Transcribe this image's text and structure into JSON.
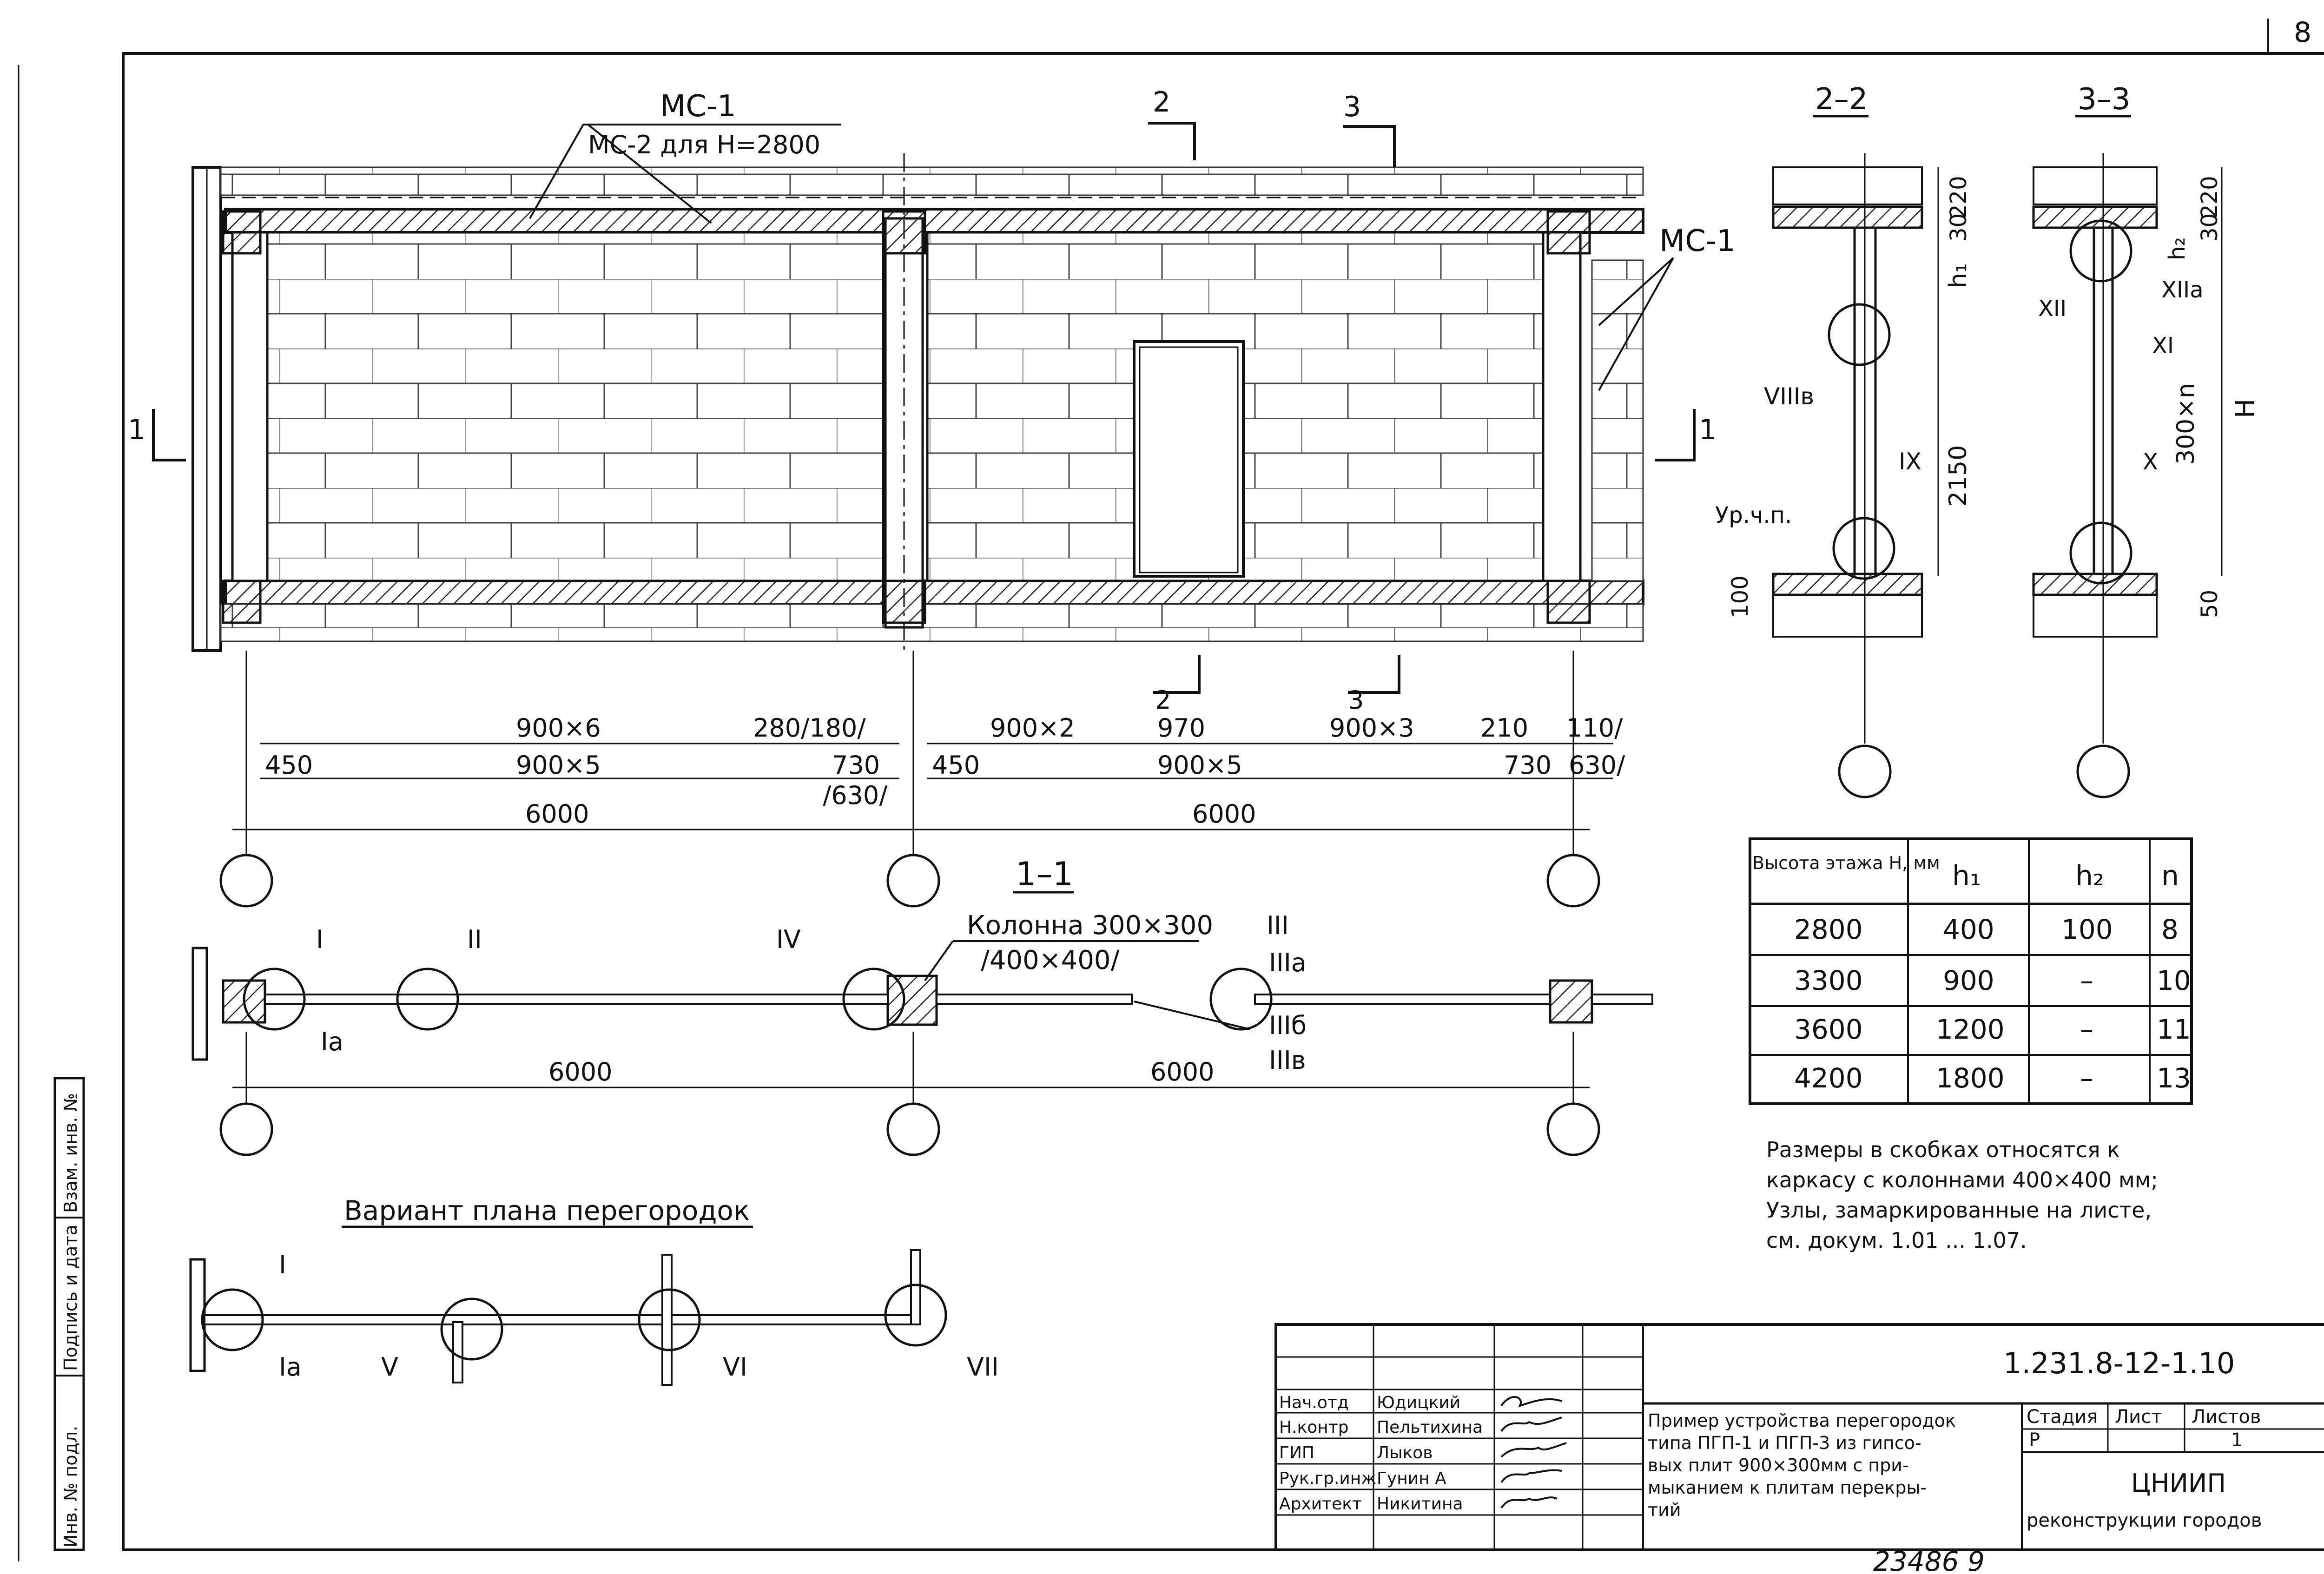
{
  "sheet_number": "8",
  "wall_labels": {
    "ms1_top": "МС-1",
    "ms2_note": "МС-2 для Н=2800",
    "ms1_right": "МС-1",
    "cut_2": "2",
    "cut_3": "3",
    "cut_1": "1"
  },
  "elevation_dims": {
    "row1": [
      "900×6",
      "280/180/",
      "900×2",
      "970",
      "900×3",
      "210",
      "110/"
    ],
    "row2": [
      "450",
      "900×5",
      "730",
      "/630/",
      "450",
      "900×5",
      "730",
      "630/"
    ],
    "row3": [
      "6000",
      "6000"
    ]
  },
  "section_22": {
    "title": "2–2",
    "dims": [
      "220",
      "30",
      "h₁",
      "2150",
      "100"
    ],
    "nodes": [
      "VIIIв",
      "IX"
    ],
    "level_label": "Ур.ч.п."
  },
  "section_33": {
    "title": "3–3",
    "dims": [
      "220",
      "30",
      "h₂",
      "300×n",
      "H",
      "50"
    ],
    "nodes": [
      "XII",
      "XIIа",
      "XI",
      "X"
    ]
  },
  "plan_11": {
    "title": "1–1",
    "column_label": "Колонна 300×300",
    "column_label2": "/400×400/",
    "nodes": [
      "I",
      "Iа",
      "II",
      "IV",
      "III",
      "IIIа",
      "IIIб",
      "IIIв"
    ],
    "dims": [
      "6000",
      "6000"
    ]
  },
  "variant_plan": {
    "title": "Вариант плана перегородок",
    "nodes": [
      "I",
      "Iа",
      "V",
      "VI",
      "VII"
    ]
  },
  "table": {
    "headers": [
      "Высота этажа Н, мм",
      "h₁",
      "h₂",
      "n"
    ],
    "rows": [
      [
        "2800",
        "400",
        "100",
        "8"
      ],
      [
        "3300",
        "900",
        "–",
        "10"
      ],
      [
        "3600",
        "1200",
        "–",
        "11"
      ],
      [
        "4200",
        "1800",
        "–",
        "13"
      ]
    ]
  },
  "notes": [
    "Размеры в скобках относятся к",
    "каркасу с колоннами 400×400 мм;",
    "Узлы, замаркированные на листе,",
    "см. докум. 1.01 ... 1.07."
  ],
  "side_stamp": [
    "Инв. № подл.",
    "Подпись и дата",
    "Взам. инв. №"
  ],
  "title_block": {
    "code": "1.231.8-12-1.10",
    "roles": [
      "Нач.отд",
      "Н.контр",
      "ГИП",
      "Рук.гр.инж",
      "Архитект"
    ],
    "names": [
      "Юдицкий",
      "Пельтихина",
      "Лыков",
      "Гунин А",
      "Никитина"
    ],
    "description": [
      "Пример устройства перегородок",
      "типа ПГП-1 и ПГП-3 из гипсо-",
      "вых плит 900×300мм с при-",
      "мыканием к плитам перекры-",
      "тий"
    ],
    "stage_header": "Стадия",
    "sheet_header": "Лист",
    "sheets_header": "Листов",
    "stage": "Р",
    "sheets": "1",
    "org1": "ЦНИИП",
    "org2": "реконструкции городов"
  },
  "footer_number": "23486 9"
}
